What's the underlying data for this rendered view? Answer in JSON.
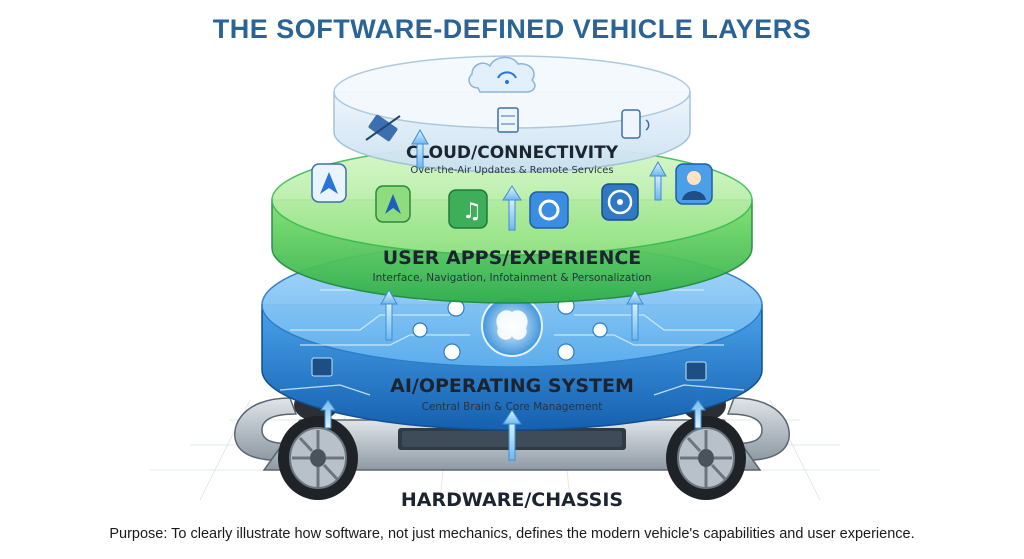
{
  "title": "THE SOFTWARE-DEFINED VEHICLE LAYERS",
  "layers": {
    "cloud": {
      "name": "CLOUD/CONNECTIVITY",
      "description": "Over-the-Air Updates & Remote Services"
    },
    "apps": {
      "name": "USER APPS/EXPERIENCE",
      "description": "Interface, Navigation, Infotainment & Personalization"
    },
    "os": {
      "name": "AI/OPERATING SYSTEM",
      "description": "Central Brain & Core Management"
    },
    "hardware": {
      "name": "HARDWARE/CHASSIS"
    }
  },
  "purpose": "Purpose: To clearly illustrate how software, not just mechanics, defines the modern vehicle's capabilities and user experience.",
  "colors": {
    "title": "#2a6496",
    "cloud": "#cfe3f3",
    "apps": "#5fcf5a",
    "os": "#2f86d6"
  }
}
